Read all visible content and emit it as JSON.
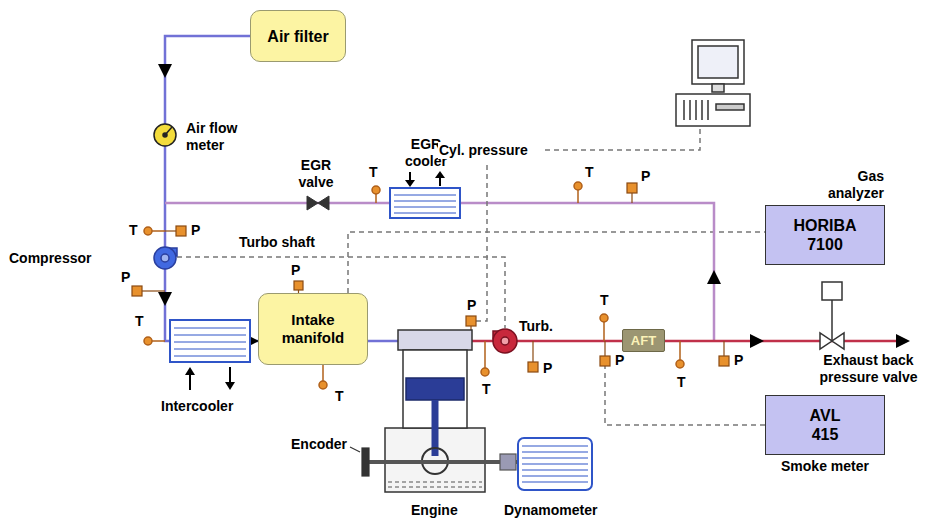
{
  "diagram": {
    "nodes": [
      {
        "text": [
          "Air filter"
        ]
      },
      {
        "text": [
          "Gas analyzer",
          "HORIBA 7100"
        ]
      },
      {
        "text": [
          "Intake manifold"
        ]
      },
      {
        "text": [
          "AFT"
        ]
      },
      {
        "text": [
          "AVL 415",
          "Smoke meter"
        ]
      }
    ],
    "edges": [
      {
        "from": 0,
        "to": 2,
        "arrow": "to"
      },
      {
        "from": 2,
        "to": 1,
        "arrow": "none"
      }
    ],
    "labels": [
      "Air flow meter",
      "T",
      "P",
      "EGR valve",
      "T",
      "EGR cooler",
      "Cyl. pressure",
      "T",
      "P",
      "Turbo shaft",
      "Compressor",
      "P",
      "P",
      "T",
      "P",
      "T",
      "Turb.",
      "P",
      "P",
      "Exhaust back pressure valve",
      "P",
      "T",
      "T",
      "T",
      "Intercooler",
      "Encoder",
      "Engine",
      "Dynamometer"
    ]
  }
}
